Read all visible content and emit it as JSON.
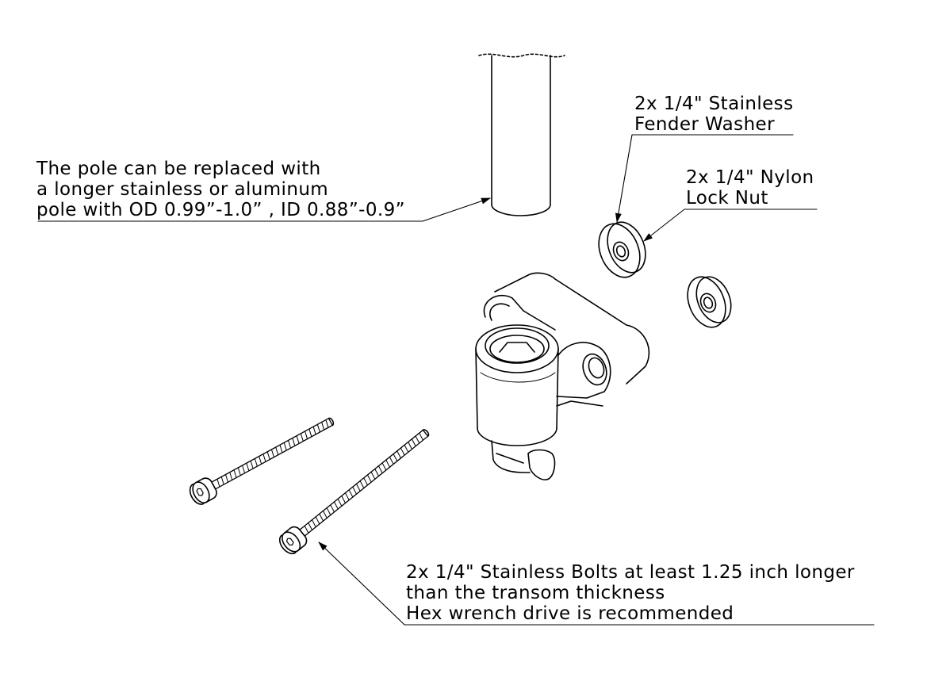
{
  "labels": {
    "pole": [
      "The pole can be replaced with",
      "a longer stainless or aluminum",
      "pole with OD 0.99”-1.0” ,  ID 0.88”-0.9”"
    ],
    "washer": [
      "2x 1/4\" Stainless",
      "Fender Washer"
    ],
    "nut": [
      "2x 1/4\" Nylon",
      "Lock Nut"
    ],
    "bolts": [
      "2x 1/4\" Stainless Bolts at least 1.25 inch longer",
      "than the transom thickness",
      "Hex wrench drive is recommended"
    ]
  },
  "colors": {
    "line": "#000000",
    "background": "#ffffff"
  }
}
